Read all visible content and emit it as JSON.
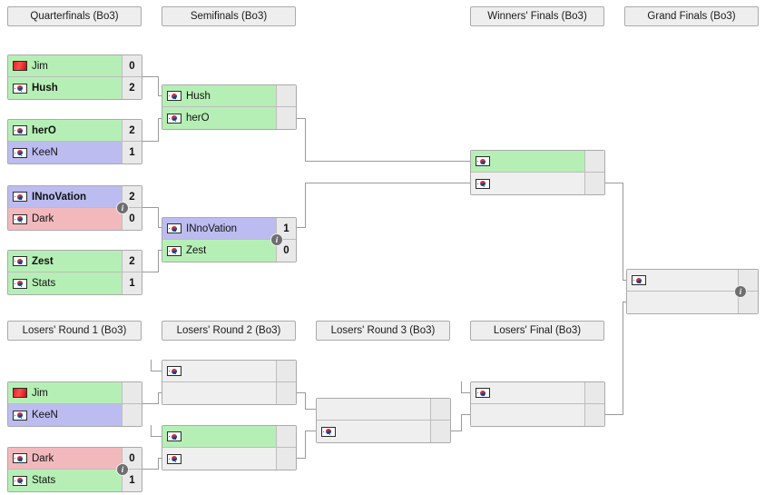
{
  "bracket": {
    "title": "Double Elimination Bracket",
    "format": "Bo3",
    "colors": {
      "winner": "#b6efb6",
      "loser": "#bcbcf0",
      "eliminated": "#f2b9bd",
      "empty": "#efefef",
      "header_bg": "#eeeeee",
      "border": "#aaaaaa",
      "line": "#9a9a9a",
      "info_badge": "#6e6e6e"
    }
  },
  "headers": {
    "quarterfinals": "Quarterfinals (Bo3)",
    "semifinals": "Semifinals (Bo3)",
    "winners_finals": "Winners' Finals (Bo3)",
    "grand_finals": "Grand Finals (Bo3)",
    "losers_round_1": "Losers' Round 1 (Bo3)",
    "losers_round_2": "Losers' Round 2 (Bo3)",
    "losers_round_3": "Losers' Round 3 (Bo3)",
    "losers_final": "Losers' Final (Bo3)"
  },
  "icons": {
    "info": "i",
    "flag_kr": "south-korea-flag-icon",
    "flag_red": "red-flag-icon"
  },
  "matches": {
    "qf1": {
      "top": {
        "name": "Jim",
        "score": "0",
        "flag": "red",
        "state": "win",
        "bold": false
      },
      "bottom": {
        "name": "Hush",
        "score": "2",
        "flag": "kr",
        "state": "win",
        "bold": true
      }
    },
    "qf2": {
      "top": {
        "name": "herO",
        "score": "2",
        "flag": "kr",
        "state": "win",
        "bold": true
      },
      "bottom": {
        "name": "KeeN",
        "score": "1",
        "flag": "kr",
        "state": "lose",
        "bold": false
      }
    },
    "qf3": {
      "top": {
        "name": "INnoVation",
        "score": "2",
        "flag": "kr",
        "state": "lose",
        "bold": true
      },
      "bottom": {
        "name": "Dark",
        "score": "0",
        "flag": "kr",
        "state": "elim",
        "bold": false
      },
      "has_info": true
    },
    "qf4": {
      "top": {
        "name": "Zest",
        "score": "2",
        "flag": "kr",
        "state": "win",
        "bold": true
      },
      "bottom": {
        "name": "Stats",
        "score": "1",
        "flag": "kr",
        "state": "win",
        "bold": false
      }
    },
    "sf1": {
      "top": {
        "name": "Hush",
        "score": "",
        "flag": "kr",
        "state": "win",
        "bold": false
      },
      "bottom": {
        "name": "herO",
        "score": "",
        "flag": "kr",
        "state": "win",
        "bold": false
      }
    },
    "sf2": {
      "top": {
        "name": "INnoVation",
        "score": "1",
        "flag": "kr",
        "state": "lose",
        "bold": false
      },
      "bottom": {
        "name": "Zest",
        "score": "0",
        "flag": "kr",
        "state": "win",
        "bold": false
      },
      "has_info": true
    },
    "wf": {
      "top": {
        "name": "",
        "score": "",
        "flag": "kr",
        "state": "win",
        "bold": false
      },
      "bottom": {
        "name": "",
        "score": "",
        "flag": "kr",
        "state": "empty",
        "bold": false
      }
    },
    "gf": {
      "top": {
        "name": "",
        "score": "",
        "flag": "kr",
        "state": "empty",
        "bold": false
      },
      "bottom": {
        "name": "",
        "score": "",
        "flag": "none",
        "state": "empty",
        "bold": false
      },
      "has_info": true
    },
    "lr1a": {
      "top": {
        "name": "Jim",
        "score": "",
        "flag": "red",
        "state": "win",
        "bold": false
      },
      "bottom": {
        "name": "KeeN",
        "score": "",
        "flag": "kr",
        "state": "lose",
        "bold": false
      }
    },
    "lr1b": {
      "top": {
        "name": "Dark",
        "score": "0",
        "flag": "kr",
        "state": "elim",
        "bold": false
      },
      "bottom": {
        "name": "Stats",
        "score": "1",
        "flag": "kr",
        "state": "win",
        "bold": false
      },
      "has_info": true
    },
    "lr2a": {
      "top": {
        "name": "",
        "score": "",
        "flag": "kr",
        "state": "empty",
        "bold": false
      },
      "bottom": {
        "name": "",
        "score": "",
        "flag": "none",
        "state": "empty",
        "bold": false
      }
    },
    "lr2b": {
      "top": {
        "name": "",
        "score": "",
        "flag": "kr",
        "state": "win",
        "bold": false
      },
      "bottom": {
        "name": "",
        "score": "",
        "flag": "kr",
        "state": "empty",
        "bold": false
      }
    },
    "lr3": {
      "top": {
        "name": "",
        "score": "",
        "flag": "none",
        "state": "empty",
        "bold": false
      },
      "bottom": {
        "name": "",
        "score": "",
        "flag": "kr",
        "state": "empty",
        "bold": false
      }
    },
    "lf": {
      "top": {
        "name": "",
        "score": "",
        "flag": "kr",
        "state": "empty",
        "bold": false
      },
      "bottom": {
        "name": "",
        "score": "",
        "flag": "none",
        "state": "empty",
        "bold": false
      }
    }
  }
}
